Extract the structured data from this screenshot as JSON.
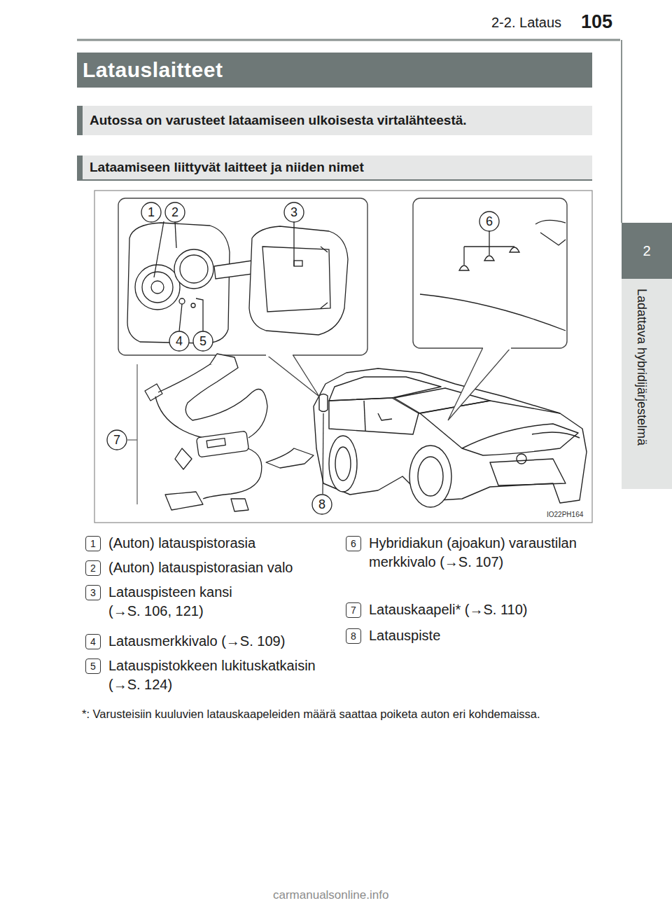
{
  "diagram": {
    "title": "Latauslaitteet",
    "nodes": [
      {
        "text": [
          "Autossa on varusteet lataamiseen ulkoisesta virtalähteestä."
        ]
      },
      {
        "text": [
          "Lataamiseen liittyvät laitteet ja niiden nimet"
        ]
      },
      {
        "text": [
          "2"
        ]
      }
    ],
    "labels": [
      "2-2. Lataus",
      "105",
      "Ladattava hybridijärjestelmä",
      "1",
      "2",
      "3",
      "4",
      "5",
      "6",
      "7",
      "8",
      "IO22PH164",
      "1",
      "(Auton) latauspistorasia",
      "2",
      "(Auton) latauspistorasian valo",
      "3",
      "Latauspisteen kansi (→S. 106, 121)",
      "4",
      "Latausmerkkivalo (→S. 109)",
      "5",
      "Latauspistokkeen lukituskatkaisin (→S. 124)",
      "6",
      "Hybridiakun (ajoakun) varaustilan merkkivalo (→S. 107)",
      "7",
      "Latauskaapeli* (→S. 110)",
      "8",
      "Latauspiste",
      "*: Varusteisiin kuuluvien latauskaapeleiden määrä saattaa poiketa auton eri kohdemaissa.",
      "carmanualsonline.info"
    ]
  }
}
